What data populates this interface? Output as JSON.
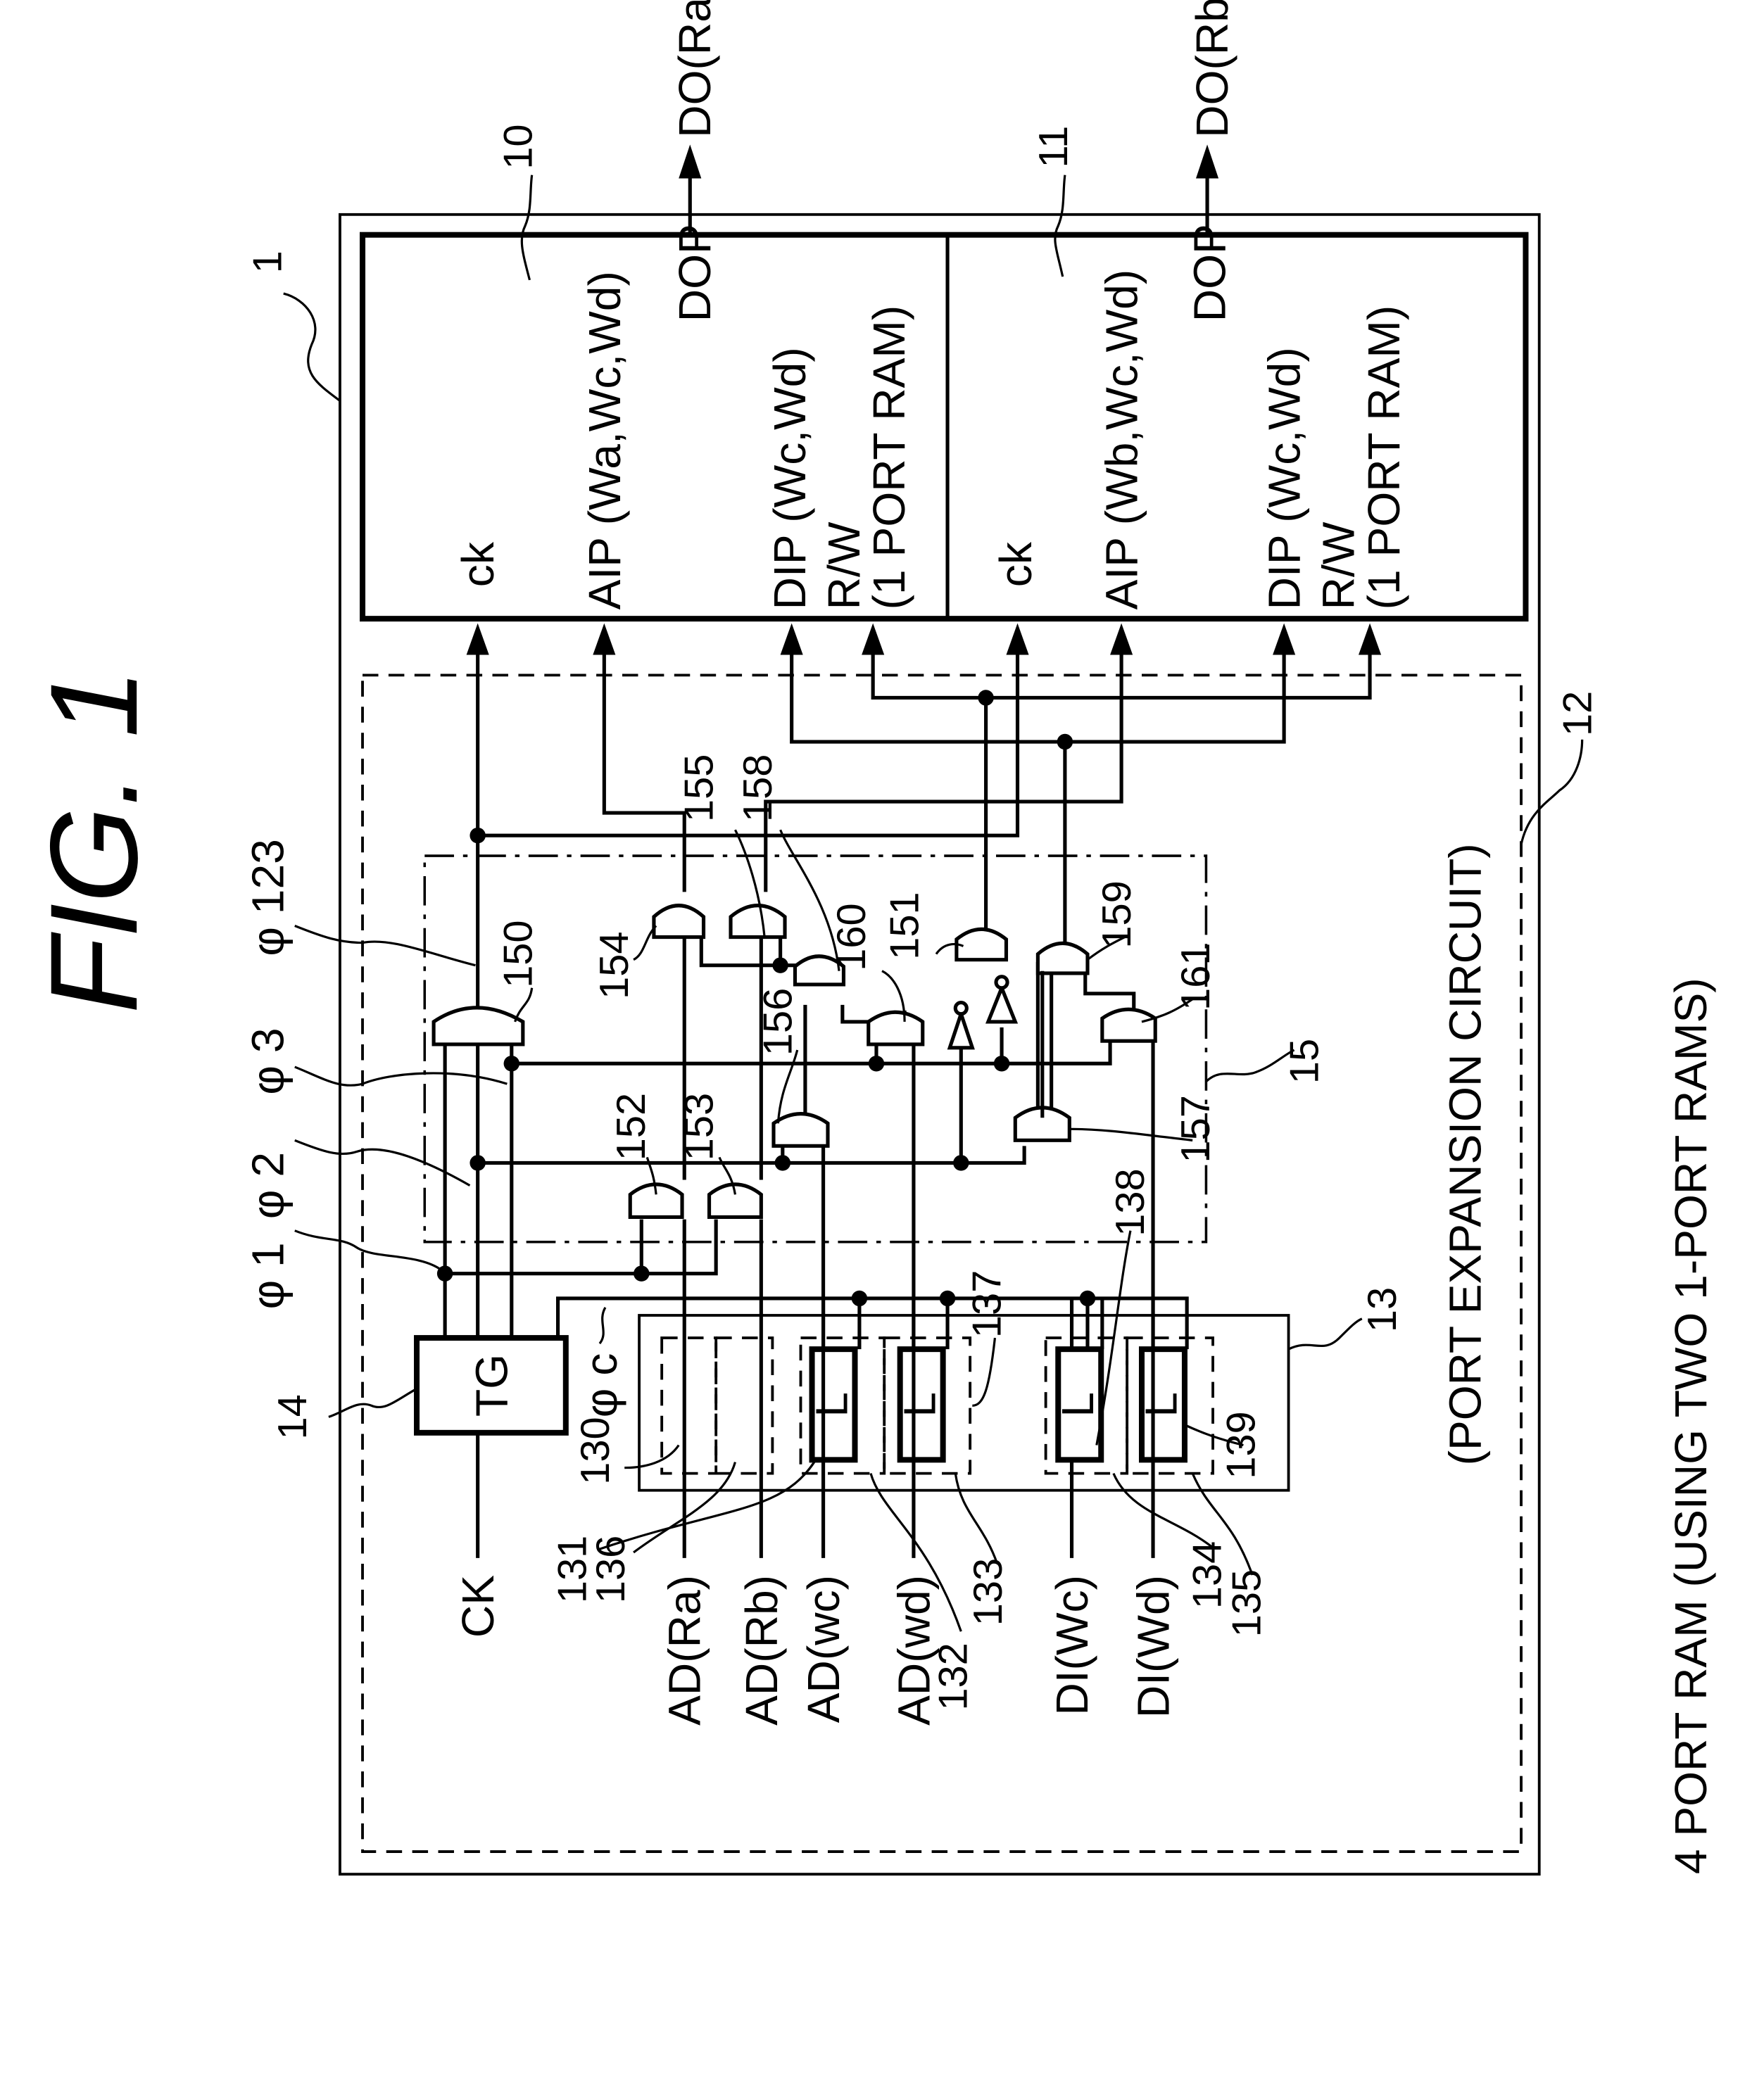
{
  "figure": {
    "title": "FIG. 1",
    "caption": "4 PORT RAM (USING TWO 1-PORT RAMS)",
    "port_expansion_label": "(PORT EXPANSION CIRCUIT)"
  },
  "rams": [
    {
      "ref": "10",
      "ports": {
        "ck": "ck",
        "aip": "AIP  (Wa,Wc,Wd)",
        "dip": "DIP (Wc,Wd)",
        "rw": "R/W",
        "type": "(1  PORT  RAM)",
        "dop": "DOP"
      },
      "output": "DO(Ra)"
    },
    {
      "ref": "11",
      "ports": {
        "ck": "ck",
        "aip": "AIP  (Wb,Wc,Wd)",
        "dip": "DIP (Wc,Wd)",
        "rw": "R/W",
        "type": "(1  PORT  RAM)",
        "dop": "DOP"
      },
      "output": "DO(Rb)"
    }
  ],
  "inputs": [
    "CK",
    "AD(Ra)",
    "AD(Rb)",
    "AD(wc)",
    "AD(wd)",
    "DI(Wc)",
    "DI(Wd)"
  ],
  "timing_generator": {
    "label": "TG",
    "ref": "14"
  },
  "latch_label": "L",
  "phases": {
    "p1": "φ 1",
    "p2": "φ 2",
    "p3": "φ 3",
    "p123": "φ 123",
    "pc": "φ c"
  },
  "refs": {
    "r1": "1",
    "r12": "12",
    "r13": "13",
    "r15": "15",
    "r130": "130",
    "r131": "131",
    "r132": "132",
    "r133a": "133",
    "r133b": "133",
    "r134": "134",
    "r135": "135",
    "r136": "136",
    "r137": "137",
    "r138": "138",
    "r139": "139",
    "r150": "150",
    "r151": "151",
    "r152": "152",
    "r153": "153",
    "r154": "154",
    "r155": "155",
    "r156": "156",
    "r157": "157",
    "r158": "158",
    "r159": "159",
    "r160": "160",
    "r161": "161"
  }
}
